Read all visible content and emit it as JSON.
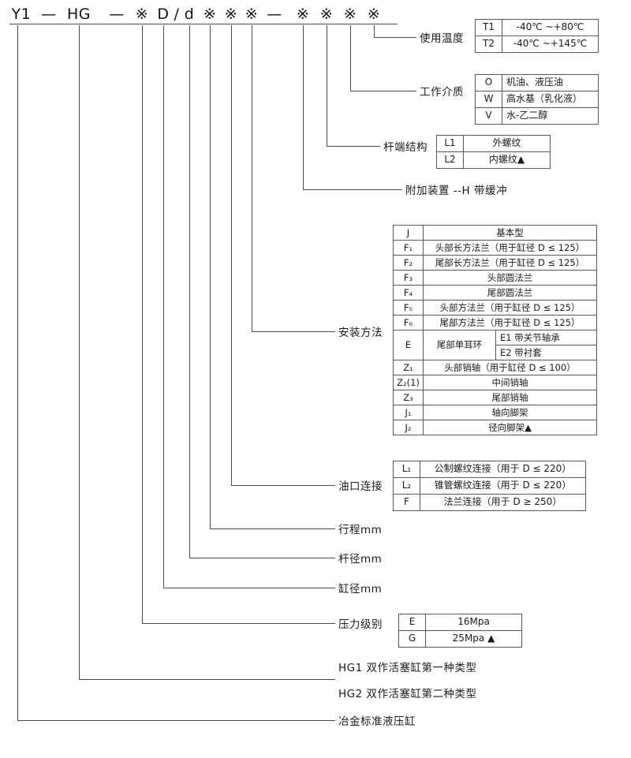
{
  "code": {
    "tokens": [
      "Y1",
      "—",
      "HG",
      "—",
      "※",
      "D",
      "/",
      "d",
      "※",
      "※",
      "※",
      "—",
      "※",
      "※",
      "※",
      "※"
    ]
  },
  "labels": {
    "temperature": "使用温度",
    "medium": "工作介质",
    "rod_end": "杆端结构",
    "attachment": "附加装置 --H 带缓冲",
    "mounting": "安装方法",
    "oil_port": "油口连接",
    "stroke": "行程mm",
    "rod_dia": "杆径mm",
    "bore": "缸径mm",
    "pressure": "压力级别",
    "hg1": "HG1 双作活塞缸第一种类型",
    "hg2": "HG2 双作活塞缸第二种类型",
    "base": "冶金标准液压缸"
  },
  "tables": {
    "temperature": {
      "rows": [
        {
          "code": "T1",
          "desc": "-40℃ ~+80℃"
        },
        {
          "code": "T2",
          "desc": "-40℃ ~+145℃"
        }
      ]
    },
    "medium": {
      "rows": [
        {
          "code": "O",
          "desc": "机油、液压油"
        },
        {
          "code": "W",
          "desc": "高水基（乳化液）"
        },
        {
          "code": "V",
          "desc": "水-乙二醇"
        }
      ]
    },
    "rod_end": {
      "rows": [
        {
          "code": "L1",
          "desc": "外螺纹"
        },
        {
          "code": "L2",
          "desc": "内螺纹▲"
        }
      ]
    },
    "mounting": {
      "rows_top": [
        {
          "code": "J",
          "desc": "基本型"
        },
        {
          "code": "F₁",
          "desc": "头部长方法兰（用于缸径 D ≤ 125）"
        },
        {
          "code": "F₂",
          "desc": "尾部长方法兰（用于缸径 D ≤ 125）"
        },
        {
          "code": "F₃",
          "desc": "头部圆法兰"
        },
        {
          "code": "F₄",
          "desc": "尾部圆法兰"
        },
        {
          "code": "F₅",
          "desc": "头部方法兰（用于缸径 D ≤ 125）"
        },
        {
          "code": "F₆",
          "desc": "尾部方法兰（用于缸径 D ≤ 125）"
        }
      ],
      "e_row": {
        "code": "E",
        "desc": "尾部单耳环",
        "sub1": "E1 带关节轴承",
        "sub2": "E2 带衬套"
      },
      "rows_bottom": [
        {
          "code": "Z₁",
          "desc": "头部销轴（用于缸径 D ≤ 100）"
        },
        {
          "code": "Z₂(1)",
          "desc": "中间销轴"
        },
        {
          "code": "Z₃",
          "desc": "尾部销轴"
        },
        {
          "code": "J₁",
          "desc": "轴向脚架"
        },
        {
          "code": "J₂",
          "desc": "径向脚架▲"
        }
      ]
    },
    "oil_port": {
      "rows": [
        {
          "code": "L₁",
          "desc": "公制螺纹连接（用于 D ≤ 220）"
        },
        {
          "code": "L₂",
          "desc": "锥管螺纹连接（用于 D ≤ 220）"
        },
        {
          "code": "F",
          "desc": "法兰连接（用于 D ≥ 250）"
        }
      ]
    },
    "pressure": {
      "rows": [
        {
          "code": "E",
          "desc": "16Mpa"
        },
        {
          "code": "G",
          "desc": "25Mpa ▲"
        }
      ]
    }
  },
  "colors": {
    "line": "#4a4a4a",
    "border": "#565656",
    "text": "#1a1a1a",
    "background": "#ffffff"
  }
}
